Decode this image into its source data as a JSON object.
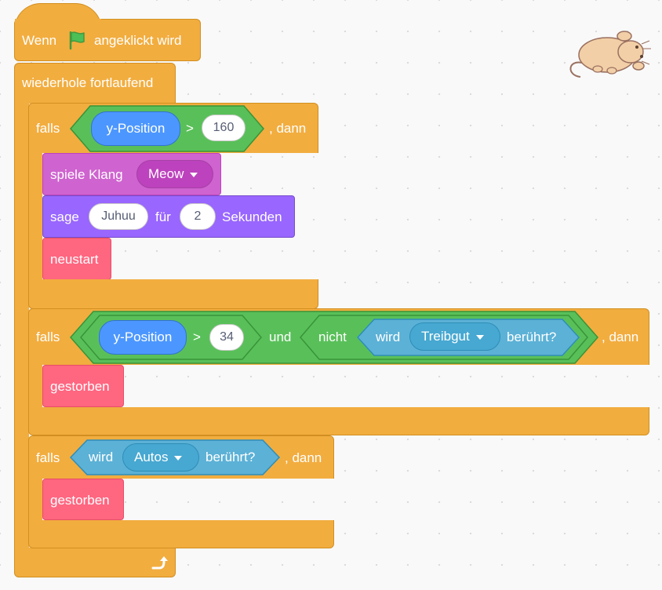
{
  "script": {
    "hat": {
      "when": "Wenn",
      "icon": "green-flag-icon",
      "clicked": "angeklickt wird"
    },
    "forever_label": "wiederhole fortlaufend",
    "if1": {
      "falls": "falls",
      "dann": ", dann",
      "reporter": "y-Position",
      "op": ">",
      "value": "160"
    },
    "sound": {
      "label": "spiele Klang",
      "value": "Meow"
    },
    "say": {
      "label": "sage",
      "text": "Juhuu",
      "for": "für",
      "secs": "2",
      "unit": "Sekunden"
    },
    "restart": "neustart",
    "if2": {
      "falls": "falls",
      "dann": ", dann",
      "reporter": "y-Position",
      "op": ">",
      "value": "34",
      "and": "und",
      "not": "nicht",
      "touching": "wird",
      "target": "Treibgut",
      "touched": "berührt?"
    },
    "died1": "gestorben",
    "if3": {
      "falls": "falls",
      "dann": ", dann",
      "touching": "wird",
      "target": "Autos",
      "touched": "berührt?"
    },
    "died2": "gestorben",
    "colors": {
      "control": "#f2ad3f",
      "operator": "#59c059",
      "sensing": "#5cb1d6",
      "motion": "#4c97ff",
      "sound": "#cf63cf",
      "looks": "#9966ff",
      "custom": "#ff6680"
    },
    "loop_arrow_icon": "loop-arrow-icon",
    "sprite_icon": "mouse-sprite-icon"
  }
}
